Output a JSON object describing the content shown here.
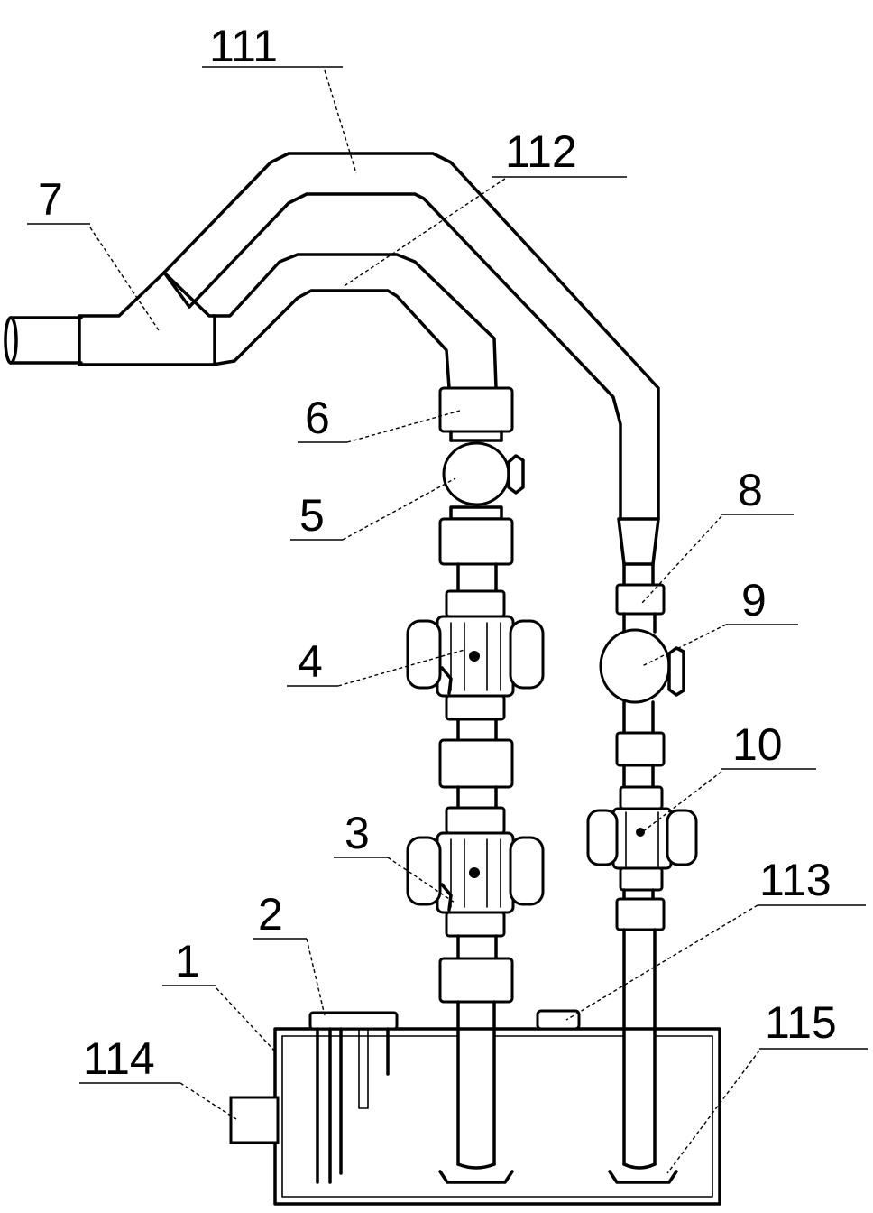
{
  "figure": {
    "labels": [
      {
        "id": "l111",
        "text": "111"
      },
      {
        "id": "l112",
        "text": "112"
      },
      {
        "id": "l7",
        "text": "7"
      },
      {
        "id": "l6",
        "text": "6"
      },
      {
        "id": "l5",
        "text": "5"
      },
      {
        "id": "l8",
        "text": "8"
      },
      {
        "id": "l9",
        "text": "9"
      },
      {
        "id": "l4",
        "text": "4"
      },
      {
        "id": "l10",
        "text": "10"
      },
      {
        "id": "l3",
        "text": "3"
      },
      {
        "id": "l113",
        "text": "113"
      },
      {
        "id": "l2",
        "text": "2"
      },
      {
        "id": "l1",
        "text": "1"
      },
      {
        "id": "l115",
        "text": "115"
      },
      {
        "id": "l114",
        "text": "114"
      }
    ]
  }
}
